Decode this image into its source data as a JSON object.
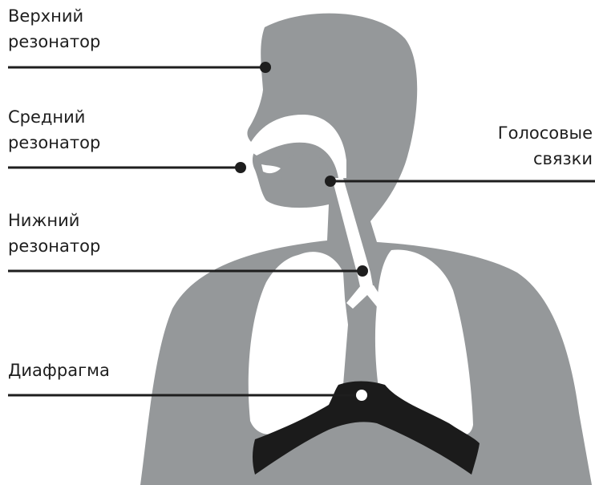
{
  "labels": {
    "upper_resonator": [
      "Верхний",
      "резонатор"
    ],
    "middle_resonator": [
      "Средний",
      "резонатор"
    ],
    "lower_resonator": [
      "Нижний",
      "резонатор"
    ],
    "diaphragm": [
      "Диафрагма"
    ],
    "vocal_cords": [
      "Голосовые",
      "связки"
    ]
  },
  "colors": {
    "body": "#95989a",
    "airway": "#ffffff",
    "diaphragm": "#1b1b1b",
    "leader_line": "#1e1e1e",
    "text": "#1e1e1e"
  }
}
